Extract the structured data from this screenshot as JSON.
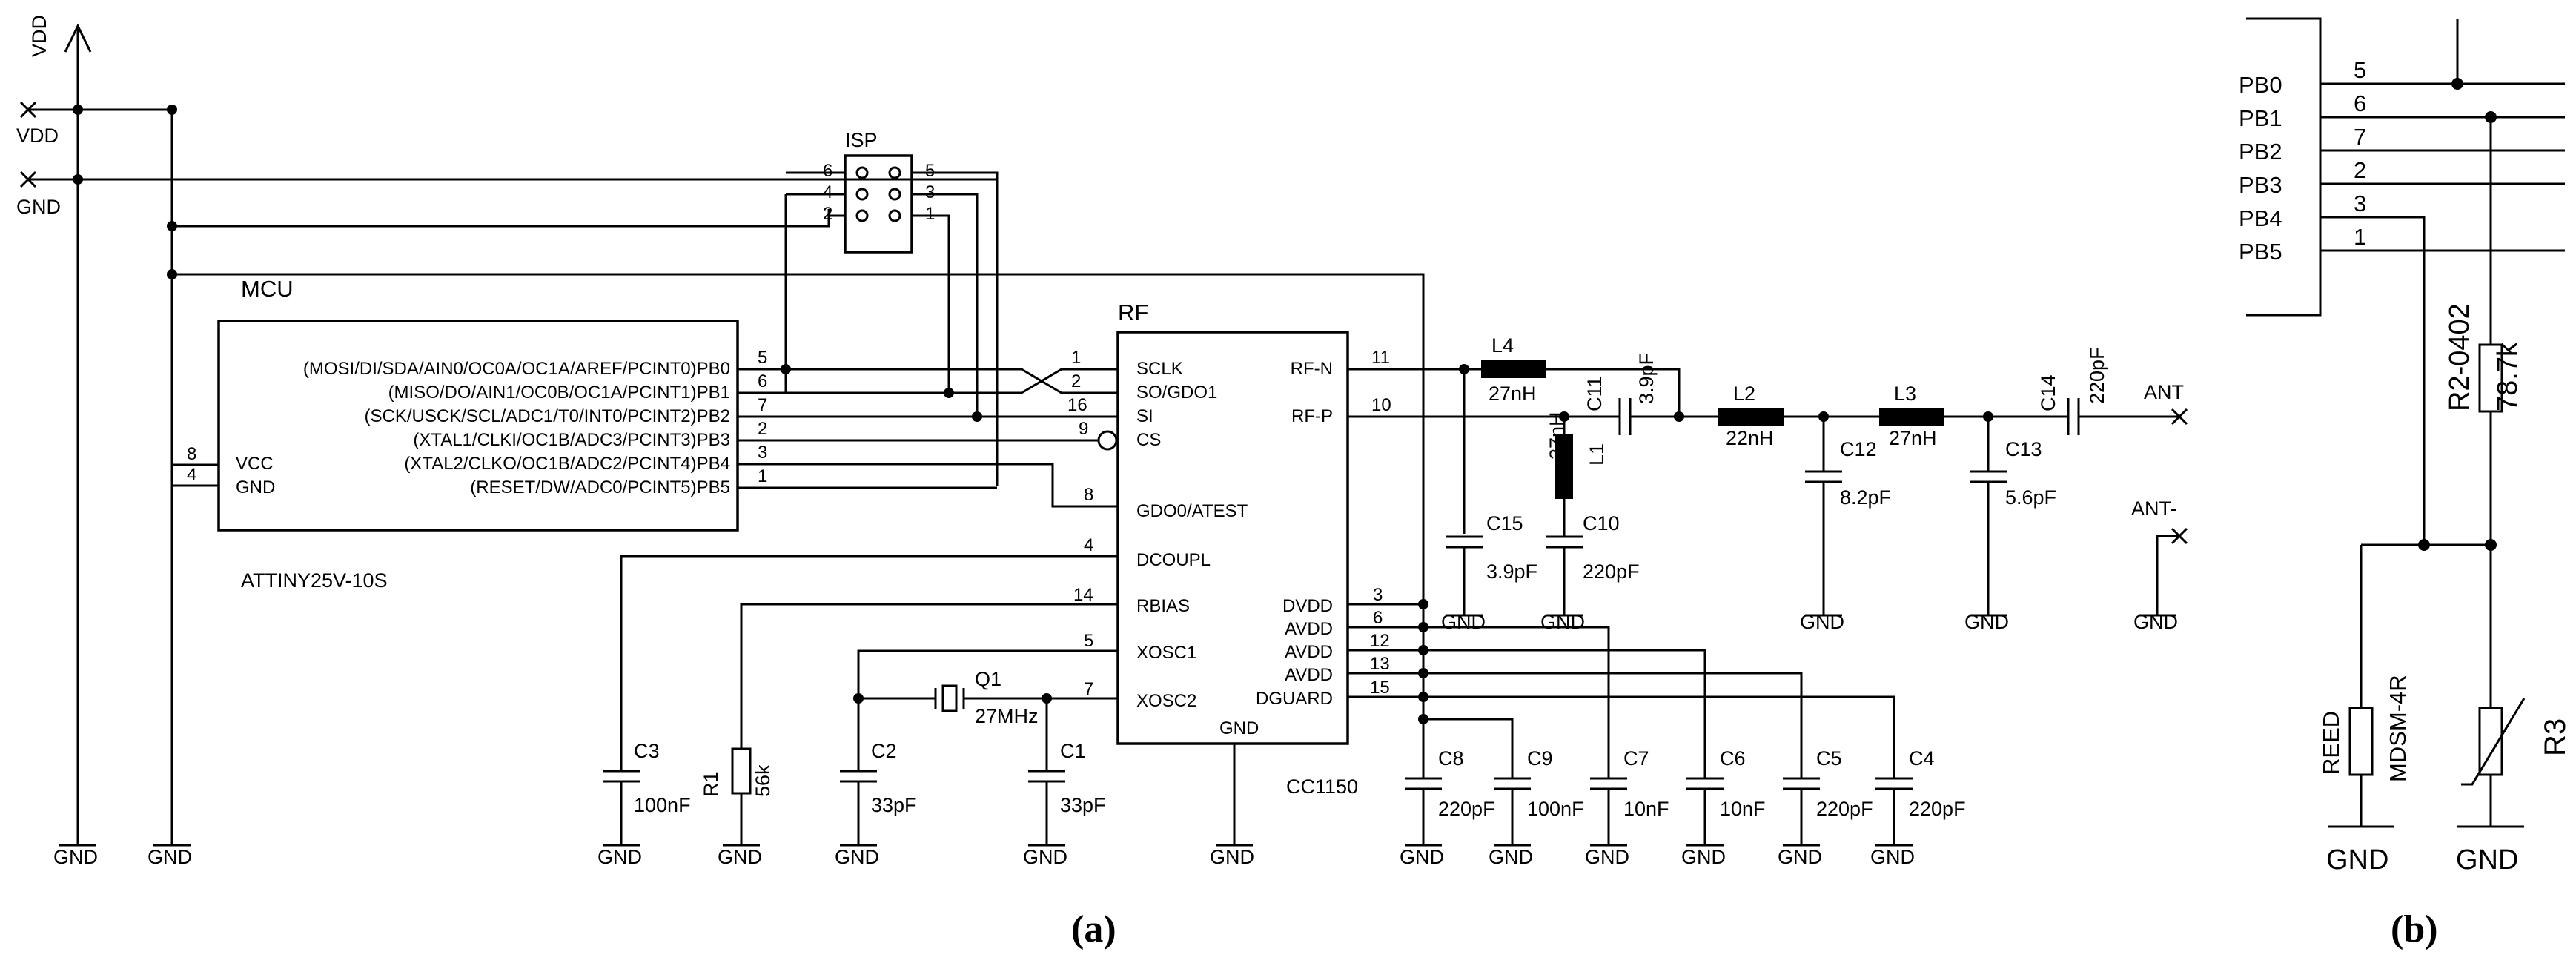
{
  "power": {
    "vdd_rail": "VDD",
    "vdd_port": "VDD",
    "gnd_port": "GND",
    "gnd": "GND"
  },
  "isp": {
    "name": "ISP",
    "pins_left": [
      "6",
      "4",
      "2"
    ],
    "pins_right": [
      "5",
      "3",
      "1"
    ]
  },
  "mcu": {
    "label": "MCU",
    "part": "ATTINY25V-10S",
    "pin_labels": [
      "(MOSI/DI/SDA/AIN0/OC0A/OC1A/AREF/PCINT0)PB0",
      "(MISO/DO/AIN1/OC0B/OC1A/PCINT1)PB1",
      "(SCK/USCK/SCL/ADC1/T0/INT0/PCINT2)PB2",
      "(XTAL1/CLKI/OC1B/ADC3/PCINT3)PB3",
      "(XTAL2/CLKO/OC1B/ADC2/PCINT4)PB4",
      "(RESET/DW/ADC0/PCINT5)PB5"
    ],
    "pin_numbers": [
      "5",
      "6",
      "7",
      "2",
      "3",
      "1"
    ],
    "vcc": "VCC",
    "gnd": "GND",
    "vcc_pin": "8",
    "gnd_pin": "4"
  },
  "rf": {
    "label": "RF",
    "part": "CC1150",
    "left_pins": [
      "SCLK",
      "SO/GDO1",
      "SI",
      "CS",
      "GDO0/ATEST",
      "DCOUPL",
      "RBIAS",
      "XOSC1",
      "XOSC2"
    ],
    "left_nums": [
      "1",
      "2",
      "16",
      "9",
      "8",
      "4",
      "14",
      "5",
      "7"
    ],
    "right_pins": [
      "RF-N",
      "RF-P",
      "DVDD",
      "AVDD",
      "AVDD",
      "AVDD",
      "DGUARD"
    ],
    "right_nums": [
      "11",
      "10",
      "3",
      "6",
      "12",
      "13",
      "15"
    ],
    "bottom": "GND"
  },
  "components": {
    "L4": {
      "name": "L4",
      "value": "27nH"
    },
    "L1": {
      "name": "L1",
      "value": "27nH"
    },
    "L2": {
      "name": "L2",
      "value": "22nH"
    },
    "L3": {
      "name": "L3",
      "value": "27nH"
    },
    "C11": {
      "name": "C11",
      "value": "3.9pF"
    },
    "C14": {
      "name": "C14",
      "value": "220pF"
    },
    "C15": {
      "name": "C15",
      "value": "3.9pF"
    },
    "C10": {
      "name": "C10",
      "value": "220pF"
    },
    "C12": {
      "name": "C12",
      "value": "8.2pF"
    },
    "C13": {
      "name": "C13",
      "value": "5.6pF"
    },
    "C3": {
      "name": "C3",
      "value": "100nF"
    },
    "R1": {
      "name": "R1",
      "value": "56k"
    },
    "C2": {
      "name": "C2",
      "value": "33pF"
    },
    "C1": {
      "name": "C1",
      "value": "33pF"
    },
    "Q1": {
      "name": "Q1",
      "value": "27MHz"
    },
    "C8": {
      "name": "C8",
      "value": "220pF"
    },
    "C9": {
      "name": "C9",
      "value": "100nF"
    },
    "C7": {
      "name": "C7",
      "value": "10nF"
    },
    "C6": {
      "name": "C6",
      "value": "10nF"
    },
    "C5": {
      "name": "C5",
      "value": "220pF"
    },
    "C4": {
      "name": "C4",
      "value": "220pF"
    }
  },
  "antenna": {
    "ant": "ANT",
    "ant_minus": "ANT-"
  },
  "panel_b": {
    "pins": [
      "PB0",
      "PB1",
      "PB2",
      "PB3",
      "PB4",
      "PB5"
    ],
    "nums": [
      "5",
      "6",
      "7",
      "2",
      "3",
      "1"
    ],
    "r2_name": "R2-0402",
    "r2_value": "78.7k",
    "reed": "REED",
    "reed_part": "MDSM-4R",
    "r3": "R3"
  },
  "captions": {
    "a": "(a)",
    "b": "(b)"
  }
}
